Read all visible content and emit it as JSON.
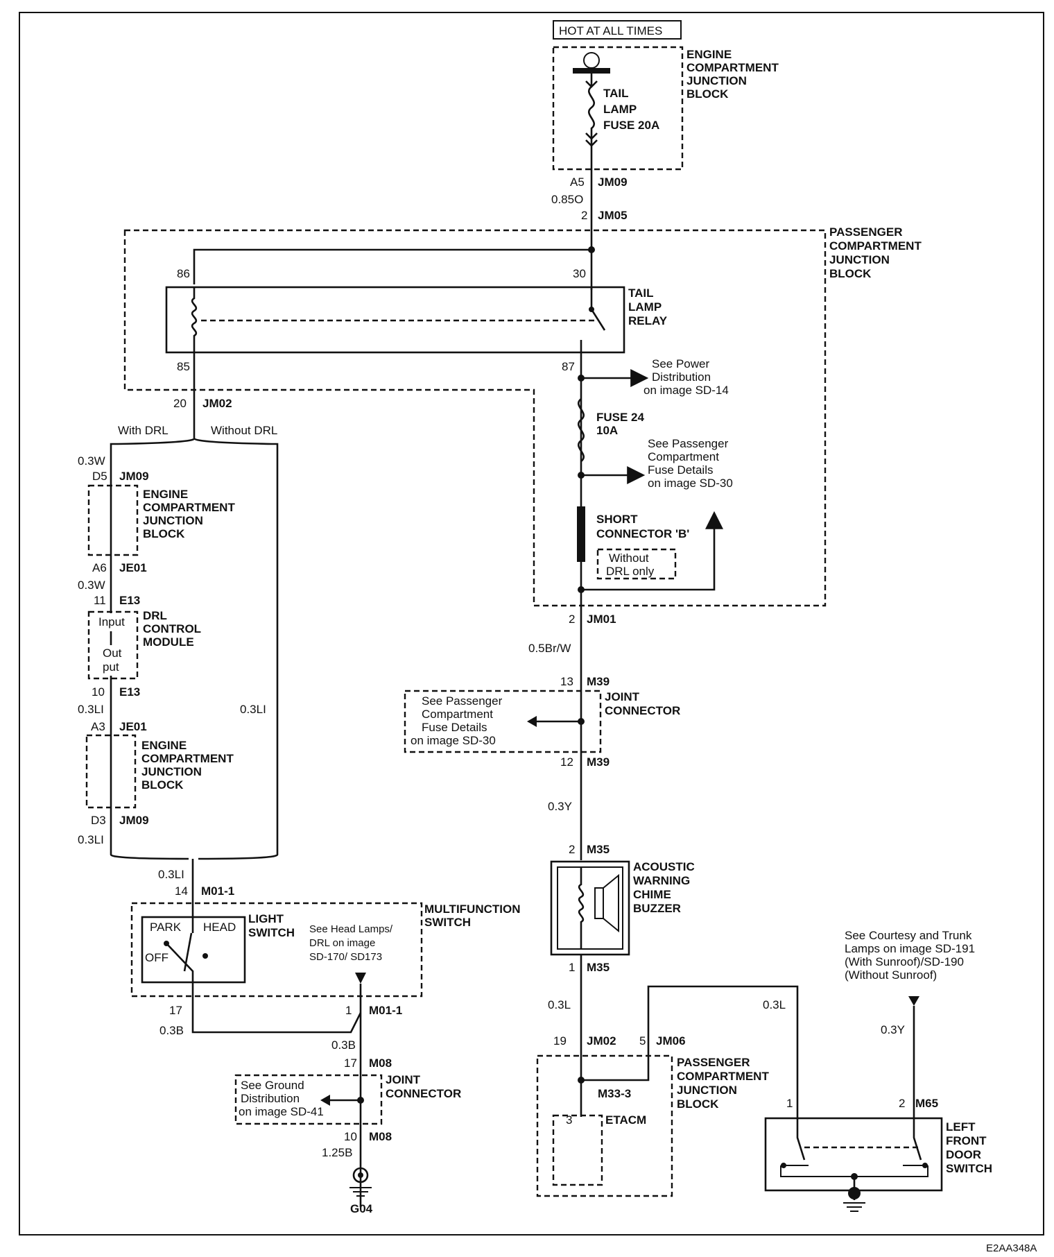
{
  "top": {
    "hot_label": "HOT AT ALL TIMES"
  },
  "engine_block_top": {
    "title": [
      "ENGINE",
      "COMPARTMENT",
      "JUNCTION",
      "BLOCK"
    ],
    "fuse": [
      "TAIL",
      "LAMP",
      "FUSE 20A"
    ]
  },
  "conn_jm09_top": {
    "pin": "A5",
    "name": "JM09"
  },
  "wire_085o": "0.85O",
  "conn_jm05": {
    "pin": "2",
    "name": "JM05"
  },
  "passenger_block": {
    "title": [
      "PASSENGER",
      "COMPARTMENT",
      "JUNCTION",
      "BLOCK"
    ]
  },
  "relay": {
    "title": [
      "TAIL",
      "LAMP",
      "RELAY"
    ],
    "pin86": "86",
    "pin30": "30",
    "pin85": "85",
    "pin87": "87"
  },
  "see_power": [
    "See Power",
    "Distribution",
    "on image SD-14"
  ],
  "fuse24": [
    "FUSE 24",
    "10A"
  ],
  "see_pass_fuse_1": [
    "See Passenger",
    "Compartment",
    "Fuse Details",
    "on image SD-30"
  ],
  "short_connector": [
    "SHORT",
    "CONNECTOR 'B'"
  ],
  "without_drl_only": [
    "Without",
    "DRL only"
  ],
  "conn_jm01": {
    "pin": "2",
    "name": "JM01"
  },
  "wire_05brw": "0.5Br/W",
  "conn_jm02_left": {
    "pin": "20",
    "name": "JM02"
  },
  "with_drl": "With DRL",
  "without_drl": "Without DRL",
  "wire_03w_1": "0.3W",
  "conn_d5": {
    "pin": "D5",
    "name": "JM09"
  },
  "engine_block_mid1": [
    "ENGINE",
    "COMPARTMENT",
    "JUNCTION",
    "BLOCK"
  ],
  "conn_a6": {
    "pin": "A6",
    "name": "JE01"
  },
  "wire_03w_2": "0.3W",
  "conn_11": {
    "pin": "11",
    "name": "E13"
  },
  "drl_module": {
    "title": [
      "DRL",
      "CONTROL",
      "MODULE"
    ],
    "input": "Input",
    "output": [
      "Out",
      "put"
    ]
  },
  "conn_10": {
    "pin": "10",
    "name": "E13"
  },
  "wire_03li_1": "0.3LI",
  "wire_03li_right": "0.3LI",
  "conn_a3": {
    "pin": "A3",
    "name": "JE01"
  },
  "engine_block_mid2": [
    "ENGINE",
    "COMPARTMENT",
    "JUNCTION",
    "BLOCK"
  ],
  "conn_d3": {
    "pin": "D3",
    "name": "JM09"
  },
  "wire_03li_2": "0.3LI",
  "wire_03li_3": "0.3LI",
  "conn_m011_14": {
    "pin": "14",
    "name": "M01-1"
  },
  "multifunction": [
    "MULTIFUNCTION",
    "SWITCH"
  ],
  "light_switch": {
    "title": [
      "LIGHT",
      "SWITCH"
    ],
    "park": "PARK",
    "head": "HEAD",
    "off": "OFF"
  },
  "see_head": [
    "See Head Lamps/",
    "DRL on image",
    "SD-170/ SD173"
  ],
  "conn_17": "17",
  "wire_03b_1": "0.3B",
  "conn_m011_1": {
    "pin": "1",
    "name": "M01-1"
  },
  "wire_03b_2": "0.3B",
  "conn_m08_17": {
    "pin": "17",
    "name": "M08"
  },
  "joint_connector_1": [
    "JOINT",
    "CONNECTOR"
  ],
  "see_ground": [
    "See Ground",
    "Distribution",
    "on image SD-41"
  ],
  "conn_m08_10": {
    "pin": "10",
    "name": "M08"
  },
  "wire_125b": "1.25B",
  "ground_g04": "G04",
  "conn_m39_13": {
    "pin": "13",
    "name": "M39"
  },
  "joint_connector_2": [
    "JOINT",
    "CONNECTOR"
  ],
  "see_pass_fuse_2": [
    "See Passenger",
    "Compartment",
    "Fuse Details",
    "on image SD-30"
  ],
  "conn_m39_12": {
    "pin": "12",
    "name": "M39"
  },
  "wire_03y": "0.3Y",
  "conn_m35_2": {
    "pin": "2",
    "name": "M35"
  },
  "buzzer": [
    "ACOUSTIC",
    "WARNING",
    "CHIME",
    "BUZZER"
  ],
  "conn_m35_1": {
    "pin": "1",
    "name": "M35"
  },
  "wire_03l_1": "0.3L",
  "wire_03l_2": "0.3L",
  "conn_jm02_19": {
    "pin": "19",
    "name": "JM02"
  },
  "conn_jm06_5": {
    "pin": "5",
    "name": "JM06"
  },
  "passenger_block_2": [
    "PASSENGER",
    "COMPARTMENT",
    "JUNCTION",
    "BLOCK"
  ],
  "conn_m333": {
    "pin": "3",
    "name": "M33-3"
  },
  "etacm": "ETACM",
  "see_courtesy": [
    "See Courtesy and Trunk",
    "Lamps on image SD-191",
    "(With Sunroof)/SD-190",
    "(Without Sunroof)"
  ],
  "wire_03y_2": "0.3Y",
  "conn_m65_1": "1",
  "conn_m65_2": {
    "pin": "2",
    "name": "M65"
  },
  "door_switch": [
    "LEFT",
    "FRONT",
    "DOOR",
    "SWITCH"
  ],
  "footer_code": "E2AA348A"
}
